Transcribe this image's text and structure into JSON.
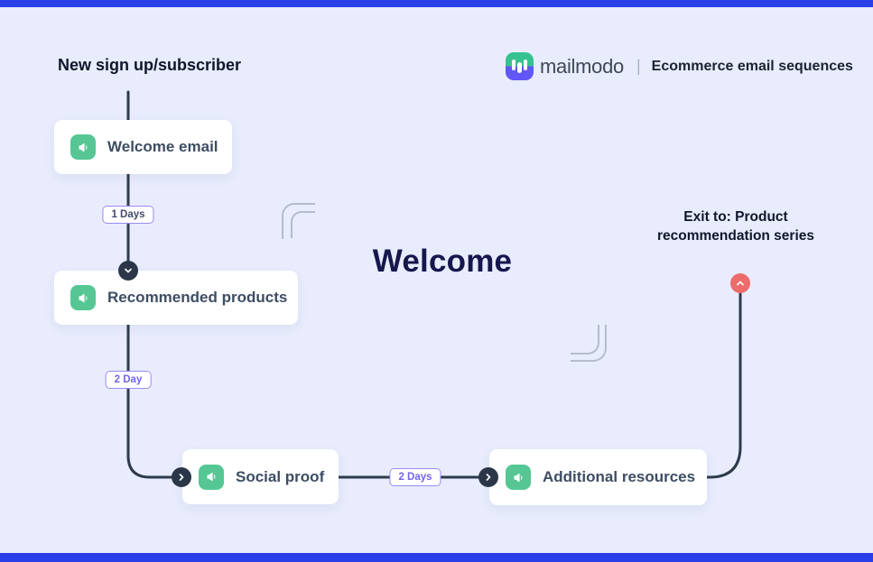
{
  "canvas": {
    "background": "#e8ecfc",
    "accent_bar_color": "#2a3fe8"
  },
  "trigger": {
    "label": "New sign up/subscriber"
  },
  "brand": {
    "name": "mailmodo",
    "divider": "|",
    "tagline": "Ecommerce email sequences",
    "logo_green": "#35c28f",
    "logo_purple": "#6156f8"
  },
  "title": {
    "text": "Welcome",
    "color": "#16174d"
  },
  "nodes": [
    {
      "label": "Welcome email",
      "icon": "megaphone-icon"
    },
    {
      "label": "Recommended products",
      "icon": "megaphone-icon"
    },
    {
      "label": "Social proof",
      "icon": "megaphone-icon"
    },
    {
      "label": "Additional resources",
      "icon": "megaphone-icon"
    }
  ],
  "delays": [
    {
      "label": "1 Days",
      "text_color": "#434a6b"
    },
    {
      "label": "2 Day",
      "text_color": "#7165ec"
    },
    {
      "label": "2 Days",
      "text_color": "#7165ec"
    }
  ],
  "exit": {
    "line1": "Exit to: Product",
    "line2": "recommendation series",
    "node_color": "#ec6b6b"
  },
  "colors": {
    "connector": "#2e3a4d",
    "junction_node": "#2b3748",
    "card_text": "#3d4d63",
    "icon_green": "#56c794",
    "badge_border": "#9a8bf6"
  }
}
